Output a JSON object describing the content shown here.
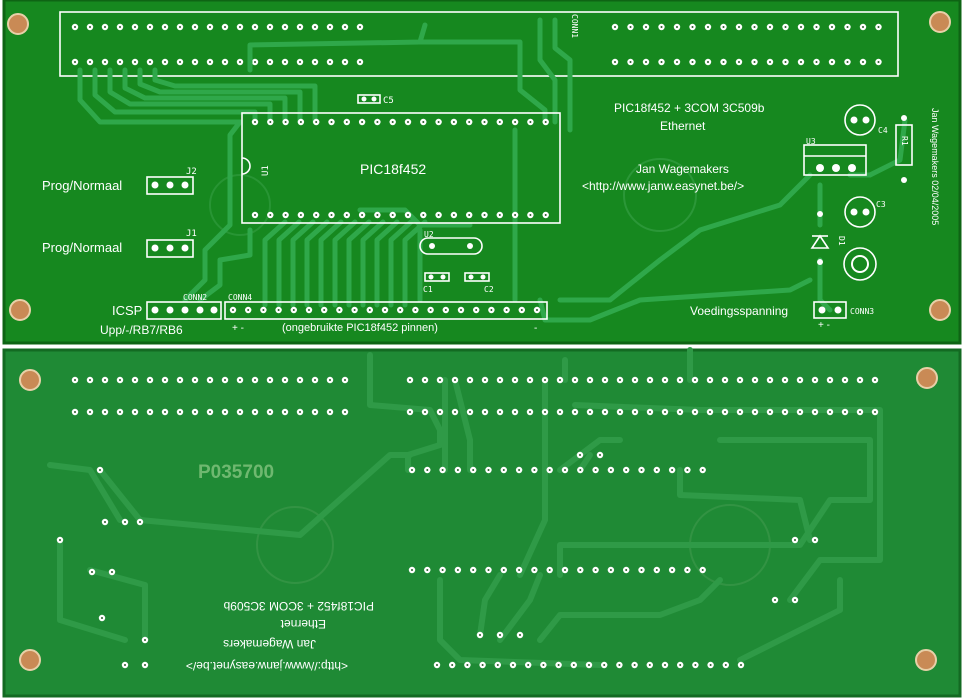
{
  "top": {
    "conn1": "CONN1",
    "c5": "C5",
    "u1": "U1",
    "chip": "PIC18f452",
    "prog_j2": "Prog/Normaal",
    "j2": "J2",
    "prog_j1": "Prog/Normaal",
    "j1": "J1",
    "icsp": "ICSP",
    "conn2": "CONN2",
    "upp": "Upp/-/RB7/RB6",
    "conn4": "CONN4",
    "plusminus": "+ -",
    "ongebruikte": "(ongebruikte PIC18f452 pinnen)",
    "minus": "-",
    "u2": "U2",
    "c1": "C1",
    "c2": "C2",
    "title": "PIC18f452 + 3COM 3C509b",
    "subtitle": "Ethernet",
    "author": "Jan Wagemakers",
    "url": "<http://www.janw.easynet.be/>",
    "u3": "U3",
    "c4": "C4",
    "c3": "C3",
    "r1": "R1",
    "date": "Jan Wagemakers 02/04/2005",
    "d1": "D1",
    "voeding": "Voedingsspanning",
    "conn3": "CONN3",
    "conn3_pol": "+ -"
  },
  "bottom": {
    "board_id": "P035700",
    "url": "<http://www.janw.easynet.be/>",
    "author": "Jan Wagemakers",
    "subtitle": "Ethernet",
    "title": "PIC18f452 + 3COM 3C509b"
  },
  "colors": {
    "top_board": "#16881f",
    "bottom_board": "#1f8a35",
    "silkscreen": "#ffffff",
    "mount_hole": "#c98a55"
  }
}
